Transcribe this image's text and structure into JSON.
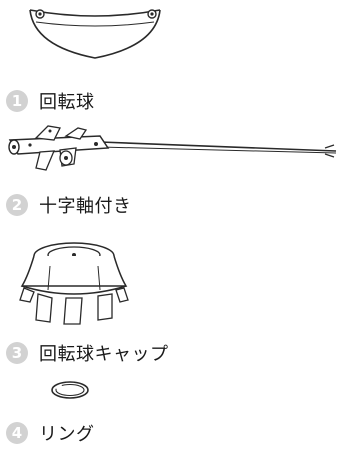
{
  "items": [
    {
      "number": "1",
      "label": "回転球",
      "icon": "dome-half-sphere-icon"
    },
    {
      "number": "2",
      "label": "十字軸付き",
      "icon": "cross-shaft-rod-icon"
    },
    {
      "number": "3",
      "label": "回転球キャップ",
      "icon": "rotating-ball-cap-icon"
    },
    {
      "number": "4",
      "label": "リング",
      "icon": "ring-icon"
    }
  ],
  "colors": {
    "badge": "#d2d2d2",
    "line": "#2a2a2a",
    "text": "#1a1a1a"
  }
}
